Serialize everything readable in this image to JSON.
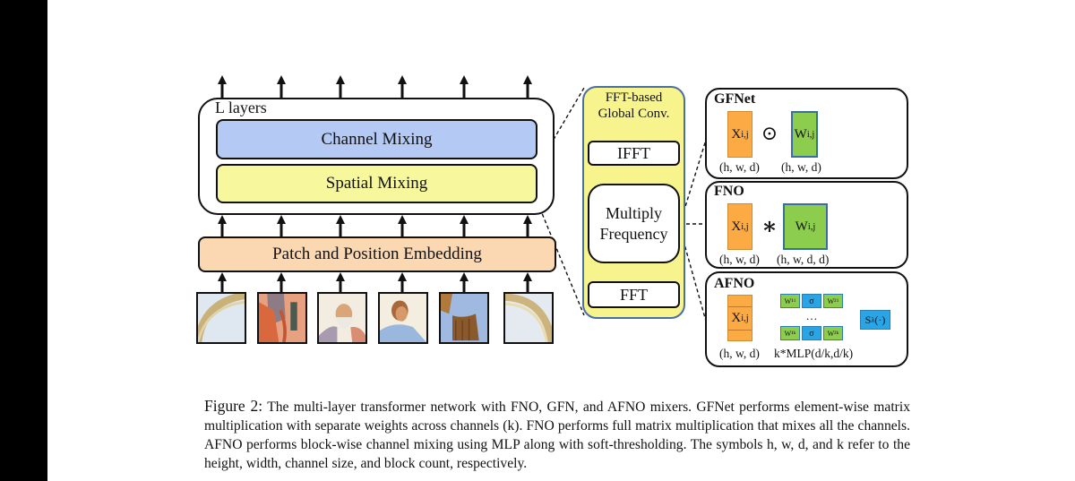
{
  "figure": {
    "main_stack": {
      "layers_label": "L layers",
      "channel_mixing": "Channel Mixing",
      "spatial_mixing": "Spatial Mixing",
      "embedding": "Patch and Position Embedding",
      "patch_count": 6,
      "patches": [
        "arch-sky-left",
        "robed-figure-with-book",
        "bearded-elder",
        "bearded-man-blue-robe",
        "blue-brown-drapery",
        "arch-sky-right"
      ]
    },
    "fft_panel": {
      "title_line1": "FFT-based",
      "title_line2": "Global Conv.",
      "ifft": "IFFT",
      "multiply_line1": "Multiply",
      "multiply_line2": "Frequency",
      "fft": "FFT"
    },
    "gfnet": {
      "title": "GFNet",
      "x_label": "X",
      "x_sub": "i,j",
      "operator": "⊙",
      "w_label": "W",
      "w_sub": "i,j",
      "x_dim": "(h, w, d)",
      "w_dim": "(h, w, d)"
    },
    "fno": {
      "title": "FNO",
      "x_label": "X",
      "x_sub": "i,j",
      "operator": "∗",
      "w_label": "W",
      "w_sub": "i,j",
      "x_dim": "(h, w, d)",
      "w_dim": "(h, w, d, d)"
    },
    "afno": {
      "title": "AFNO",
      "x_label": "X",
      "x_sub": "i,j",
      "w1_top": "W¹",
      "w1_top_sub": "1",
      "sigma": "σ",
      "w2_top": "W²",
      "w2_top_sub": "1",
      "ellipsis": "…",
      "w1_bot": "W¹",
      "w1_bot_sub": "k",
      "w2_bot": "W²",
      "w2_bot_sub": "k",
      "s_label": "S",
      "s_sub": "λ",
      "s_arg": "(·)",
      "x_dim": "(h, w, d)",
      "mlp_dim": "k*MLP(d/k,d/k)"
    },
    "colors": {
      "channel_mixing": "#b4c9f4",
      "spatial_mixing": "#f7f89e",
      "embedding": "#fbd8b2",
      "fft_panel": "#f7f48e",
      "x_block": "#fcaa44",
      "w_block": "#8ccd4e",
      "sigma_block": "#29a5e6"
    }
  },
  "caption": {
    "label": "Figure 2:",
    "text": "The multi-layer transformer network with FNO, GFN, and AFNO mixers. GFNet performs element-wise matrix multiplication with separate weights across channels (k). FNO performs full matrix multiplication that mixes all the channels. AFNO performs block-wise channel mixing using MLP along with soft-thresholding. The symbols h, w, d, and k refer to the height, width, channel size, and block count, respectively."
  }
}
